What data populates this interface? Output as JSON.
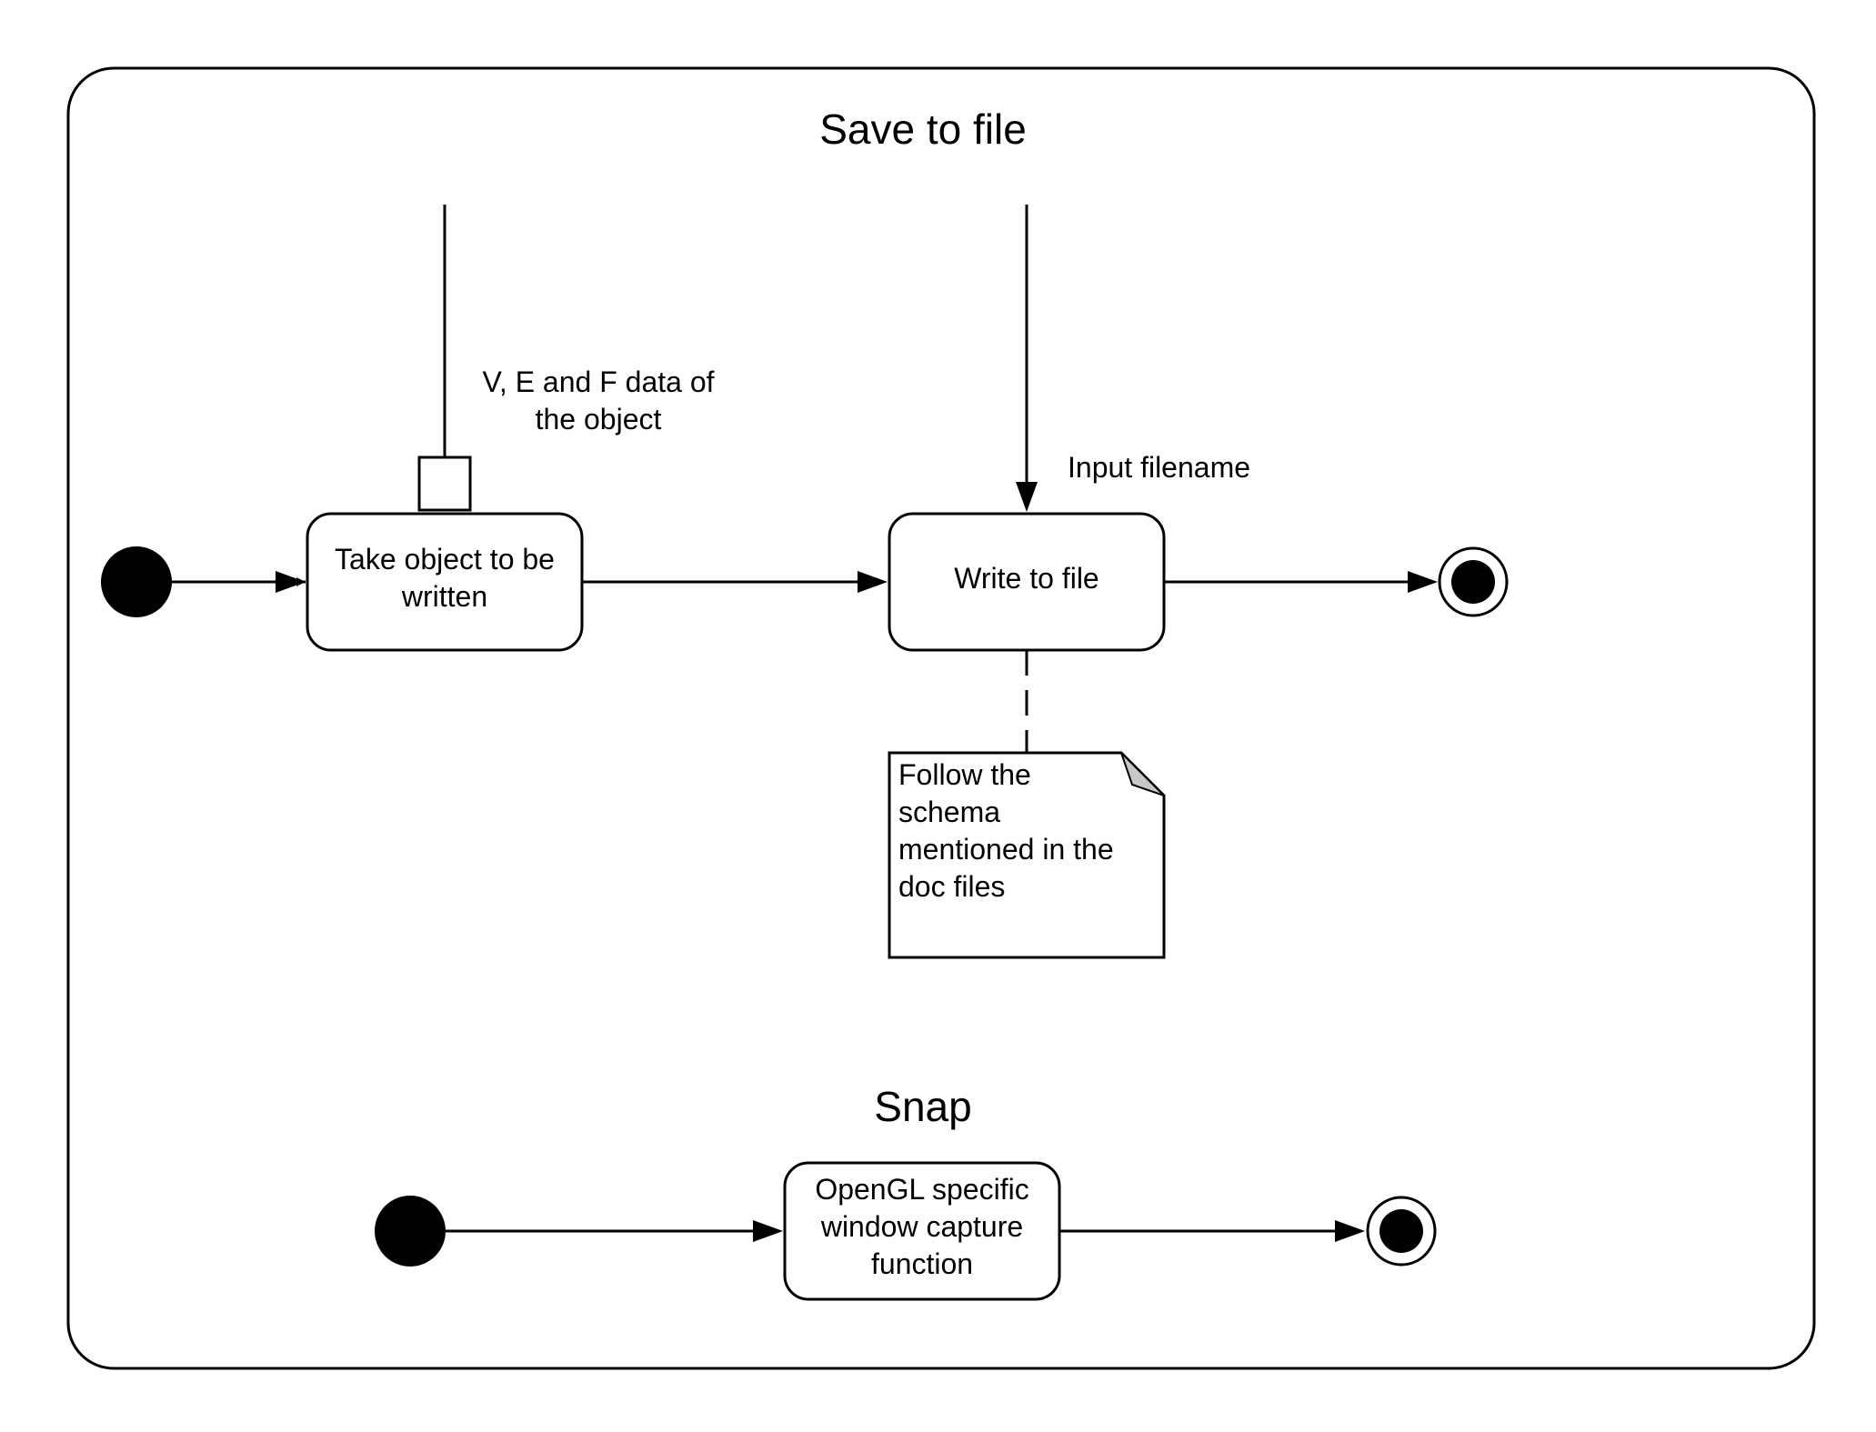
{
  "frame": {
    "save_title": "Save to file",
    "snap_title": "Snap"
  },
  "save_to_file": {
    "action_take_object": {
      "line1": "Take object to be",
      "line2": "written"
    },
    "action_write": "Write to file",
    "pin_label": {
      "line1": "V, E and F data of",
      "line2": "the object"
    },
    "input_label": "Input filename",
    "note": {
      "line1": "Follow the",
      "line2": "schema",
      "line3": "mentioned in the",
      "line4": "doc files"
    }
  },
  "snap": {
    "action": {
      "line1": "OpenGL specific",
      "line2": "window capture",
      "line3": "function"
    }
  },
  "colors": {
    "stroke": "#000000",
    "background": "#ffffff",
    "note_fold": "#c8c8c8"
  }
}
